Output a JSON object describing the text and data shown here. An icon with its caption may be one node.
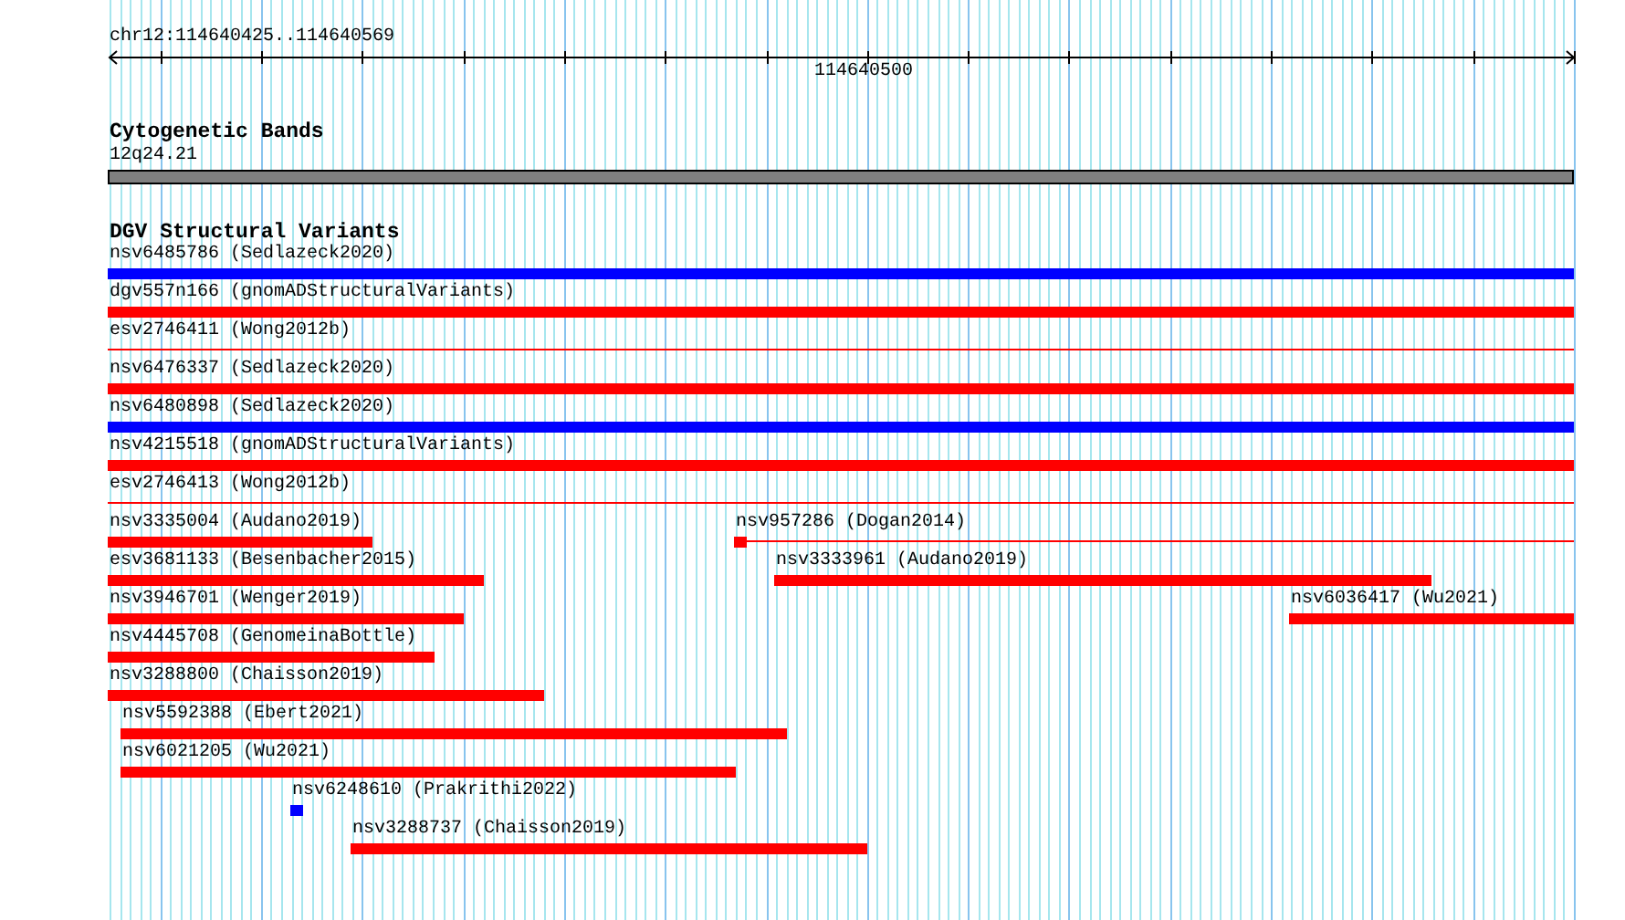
{
  "diagram": {
    "nodes": [
      {
        "text": [
          "12q24.21"
        ]
      },
      {
        "text": [
          "nsv6485786 (Sedlazeck2020)"
        ]
      },
      {
        "text": [
          "dgv557n166 (gnomADStructuralVariants)"
        ]
      },
      {
        "text": [
          "esv2746411 (Wong2012b)"
        ]
      },
      {
        "text": [
          "nsv6476337 (Sedlazeck2020)"
        ]
      },
      {
        "text": [
          "nsv6480898 (Sedlazeck2020)"
        ]
      },
      {
        "text": [
          "nsv4215518 (gnomADStructuralVariants)"
        ]
      },
      {
        "text": [
          "esv2746413 (Wong2012b)"
        ]
      },
      {
        "text": [
          "nsv3335004 (Audano2019)"
        ]
      },
      {
        "text": [
          "nsv957286 (Dogan2014)"
        ]
      },
      {
        "text": [
          "esv3681133 (Besenbacher2015)"
        ]
      },
      {
        "text": [
          "nsv3333961 (Audano2019)"
        ]
      },
      {
        "text": [
          "nsv3946701 (Wenger2019)"
        ]
      },
      {
        "text": [
          "nsv6036417 (Wu2021)"
        ]
      },
      {
        "text": [
          "nsv4445708 (GenomeinaBottle)"
        ]
      },
      {
        "text": [
          "nsv3288800 (Chaisson2019)"
        ]
      },
      {
        "text": [
          "nsv5592388 (Ebert2021)"
        ]
      },
      {
        "text": [
          "nsv6021205 (Wu2021)"
        ]
      },
      {
        "text": [
          "nsv6248610 (Prakrithi2022)"
        ]
      },
      {
        "text": [
          "nsv3288737 (Chaisson2019)"
        ]
      }
    ],
    "labels": [
      "chr12:114640425..114640569",
      "114640500",
      "Cytogenetic Bands",
      "DGV Structural Variants"
    ]
  }
}
